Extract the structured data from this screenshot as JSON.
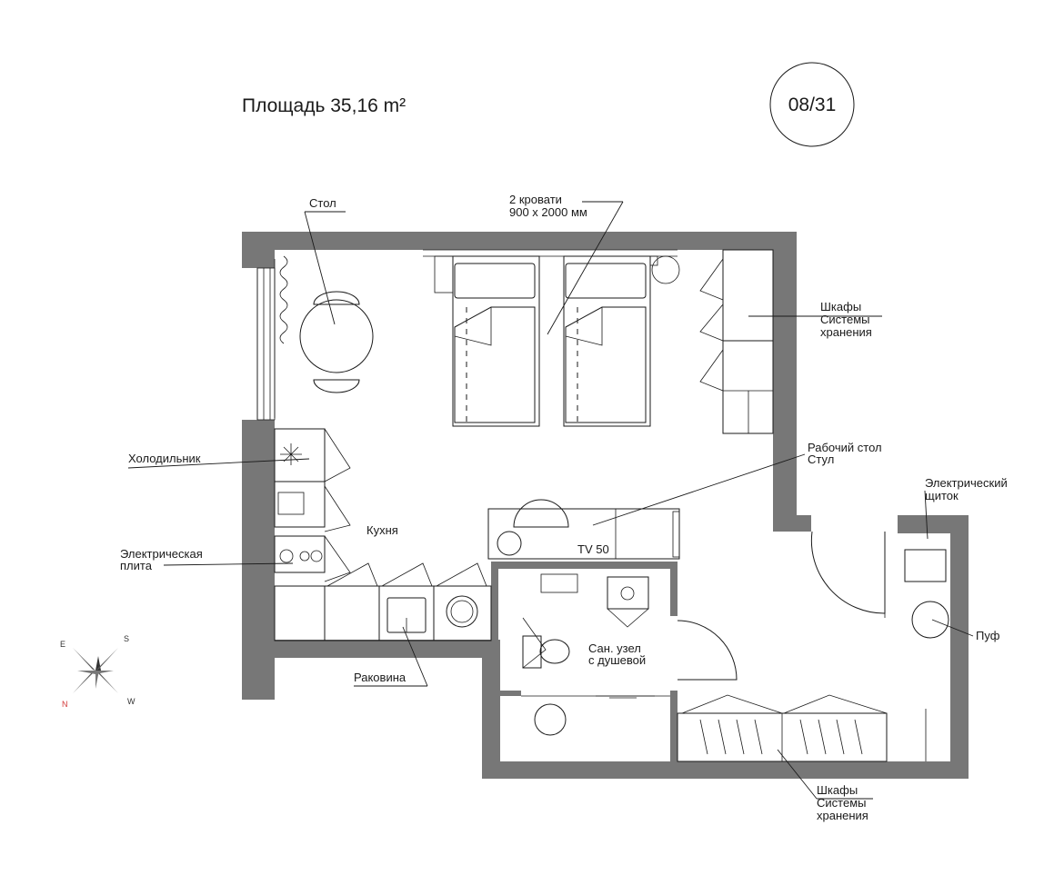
{
  "header": {
    "area_label": "Площадь 35,16 m²",
    "unit_number": "08/31"
  },
  "rooms": {
    "kitchen": "Кухня",
    "bathroom_line1": "Сан. узел",
    "bathroom_line2": "с душевой",
    "tv": "TV 50"
  },
  "callouts": {
    "table": "Стол",
    "beds_line1": "2 кровати",
    "beds_line2": "900 х 2000 мм",
    "storage_top_line1": "Шкафы",
    "storage_top_line2": "Системы",
    "storage_top_line3": "хранения",
    "fridge": "Холодильник",
    "desk_line1": "Рабочий стол",
    "desk_line2": "Стул",
    "panel_line1": "Электрический",
    "panel_line2": "щиток",
    "stove_line1": "Электрическая",
    "stove_line2": "плита",
    "pouf": "Пуф",
    "sink": "Раковина",
    "storage_bottom_line1": "Шкафы",
    "storage_bottom_line2": "Системы",
    "storage_bottom_line3": "хранения"
  },
  "compass": {
    "n": "N",
    "s": "S",
    "e": "E",
    "w": "W"
  },
  "colors": {
    "wall": "#777777",
    "ink": "#1a1a1a",
    "north_marker": "#d33a3a"
  }
}
